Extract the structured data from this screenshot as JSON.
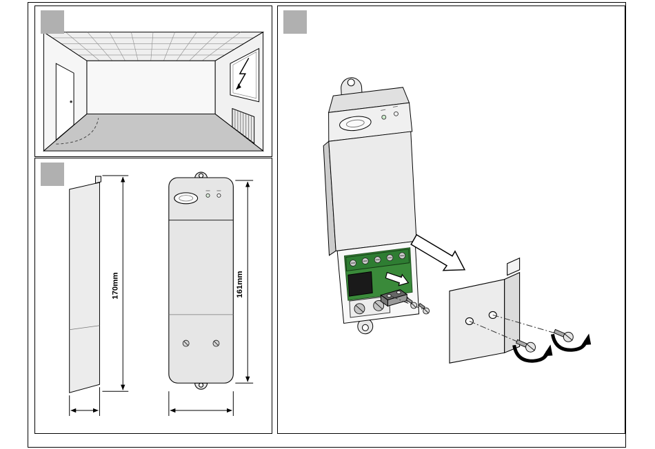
{
  "page": {
    "background": "#ffffff",
    "frame_color": "#000000",
    "step_badge_color": "#b0b0b0"
  },
  "dimensions_panel": {
    "overall_height_label": "170mm",
    "body_height_label": "161mm"
  },
  "colors": {
    "device_gray": "#ebebeb",
    "side_gray": "#cccccc",
    "floor_gray": "#c6c6c6",
    "pcb_green": "#3a8a3a",
    "terminal_green": "#2e7d32",
    "badge_gray": "#b0b0b0"
  },
  "icons": {
    "lightning_bolt": "zigzag-flash-arrow-in-window",
    "detection_arc": "dashed-floor-arc",
    "pir_lens": "oval-sensor-lens",
    "led_indicators": "two-small-led-dots",
    "block_arrow_large": "hollow-arrow-pointing-lower-right",
    "block_arrow_small": "small-hollow-arrow-pointing-right",
    "rotation_arrow": "curved-screw-tightening-arrow",
    "screw": "slotted-pan-head-screw",
    "dimension_arrow": "double-ended-dimension-arrow"
  }
}
